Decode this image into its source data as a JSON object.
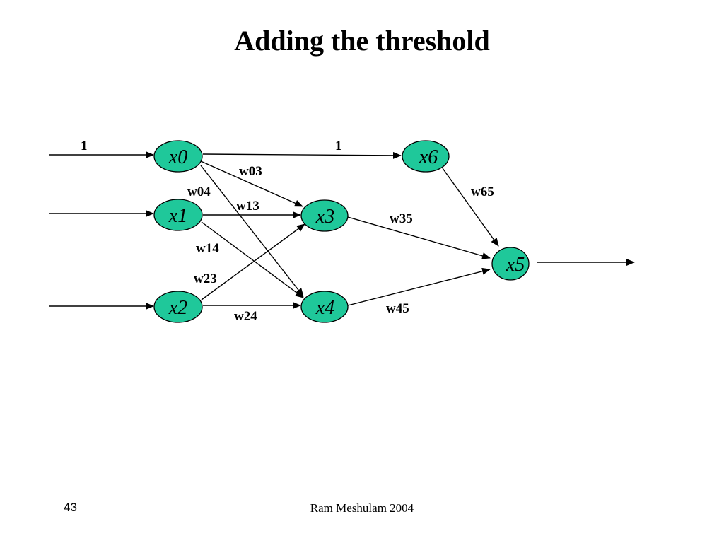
{
  "slide": {
    "title": "Adding the threshold",
    "number": "43",
    "footer": "Ram Meshulam 2004"
  },
  "colors": {
    "node_fill": "#1fc89a",
    "stroke": "#000000"
  },
  "nodes": {
    "x0": "x0",
    "x1": "x1",
    "x2": "x2",
    "x3": "x3",
    "x4": "x4",
    "x5": "x5",
    "x6": "x6"
  },
  "weights": {
    "bias_in": "1",
    "bias_x6": "1",
    "w03": "w03",
    "w04": "w04",
    "w13": "w13",
    "w14": "w14",
    "w23": "w23",
    "w24": "w24",
    "w35": "w35",
    "w45": "w45",
    "w65": "w65"
  }
}
